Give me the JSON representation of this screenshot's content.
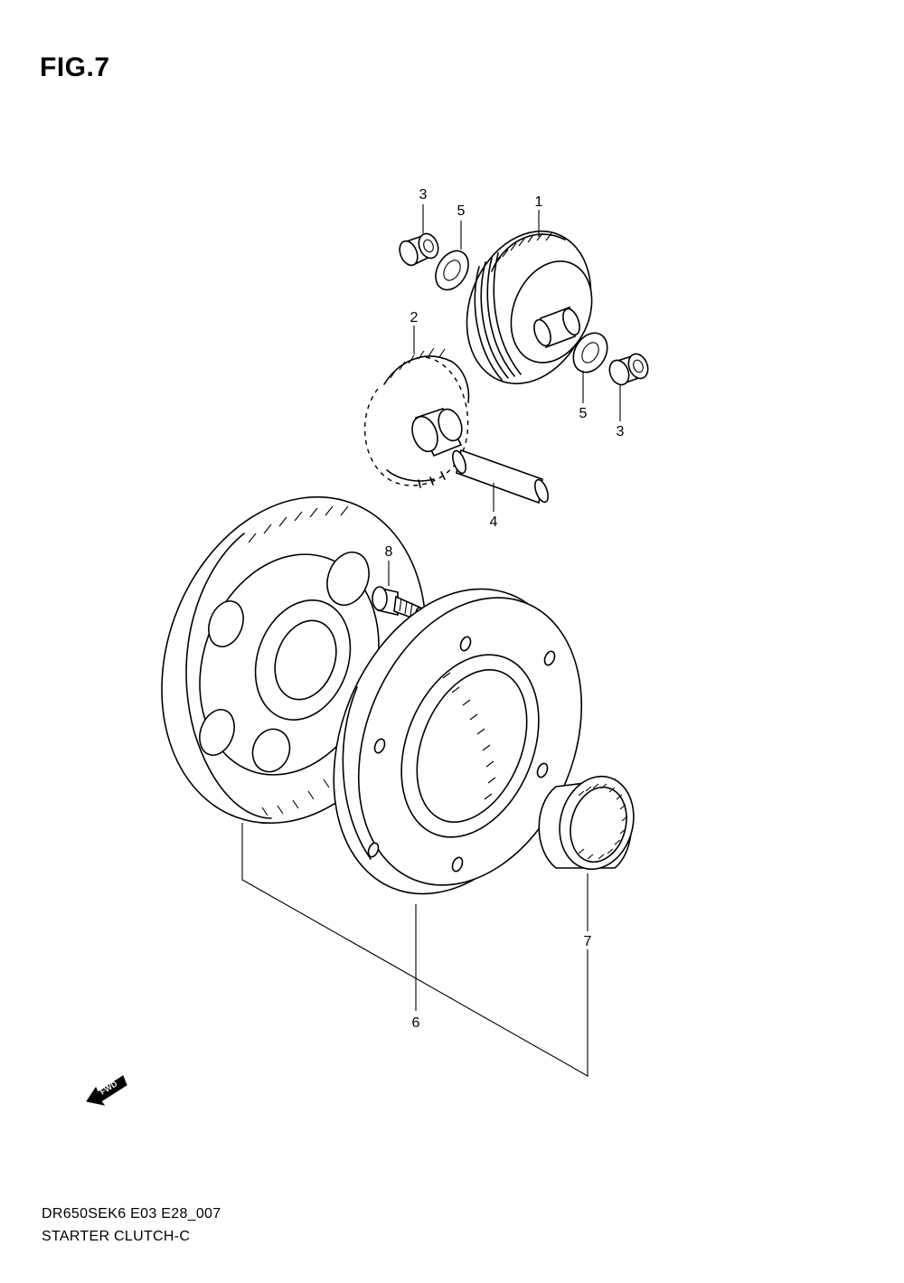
{
  "figure": {
    "title": "FIG.7"
  },
  "callouts": {
    "part_1": "1",
    "part_2": "2",
    "part_3_upper": "3",
    "part_3_lower": "3",
    "part_4": "4",
    "part_5_upper": "5",
    "part_5_lower": "5",
    "part_6": "6",
    "part_7": "7",
    "part_8": "8"
  },
  "direction_arrow": {
    "label": "FWD",
    "icon": "fwd-arrow-icon"
  },
  "footer": {
    "model_code": "DR650SEK6 E03 E28_007",
    "section_name": "STARTER CLUTCH-C"
  }
}
